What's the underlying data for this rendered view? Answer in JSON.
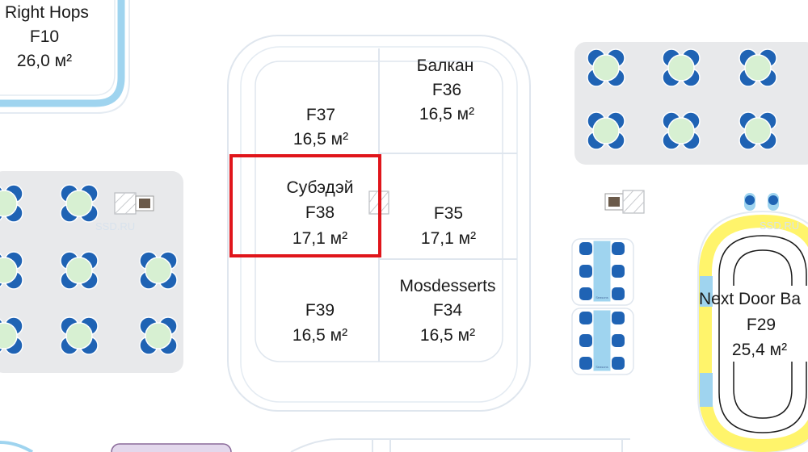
{
  "units": [
    {
      "id": "F10",
      "name": "Right Hops",
      "code": "F10",
      "area": "26,0 м²"
    },
    {
      "id": "F37",
      "name": "",
      "code": "F37",
      "area": "16,5 м²"
    },
    {
      "id": "F36",
      "name": "Балкан",
      "code": "F36",
      "area": "16,5 м²"
    },
    {
      "id": "F38",
      "name": "Субэдэй",
      "code": "F38",
      "area": "17,1 м²",
      "highlighted": true
    },
    {
      "id": "F35",
      "name": "",
      "code": "F35",
      "area": "17,1 м²"
    },
    {
      "id": "F39",
      "name": "",
      "code": "F39",
      "area": "16,5 м²"
    },
    {
      "id": "F34",
      "name": "Mosdesserts",
      "code": "F34",
      "area": "16,5 м²"
    },
    {
      "id": "F29",
      "name": "Next Door Ba",
      "code": "F29",
      "area": "25,4 м²"
    }
  ],
  "watermark": "SSD.RU",
  "table_marker": "Seasons",
  "colors": {
    "seat": "#1f63b4",
    "table": "#d7f0d2",
    "seating_area": "#e8e9eb",
    "kiosk_outline": "#dfe6ee",
    "highlight": "#e0151b",
    "bar_yellow": "#fff46b",
    "bar_blue": "#9fd4ef"
  }
}
